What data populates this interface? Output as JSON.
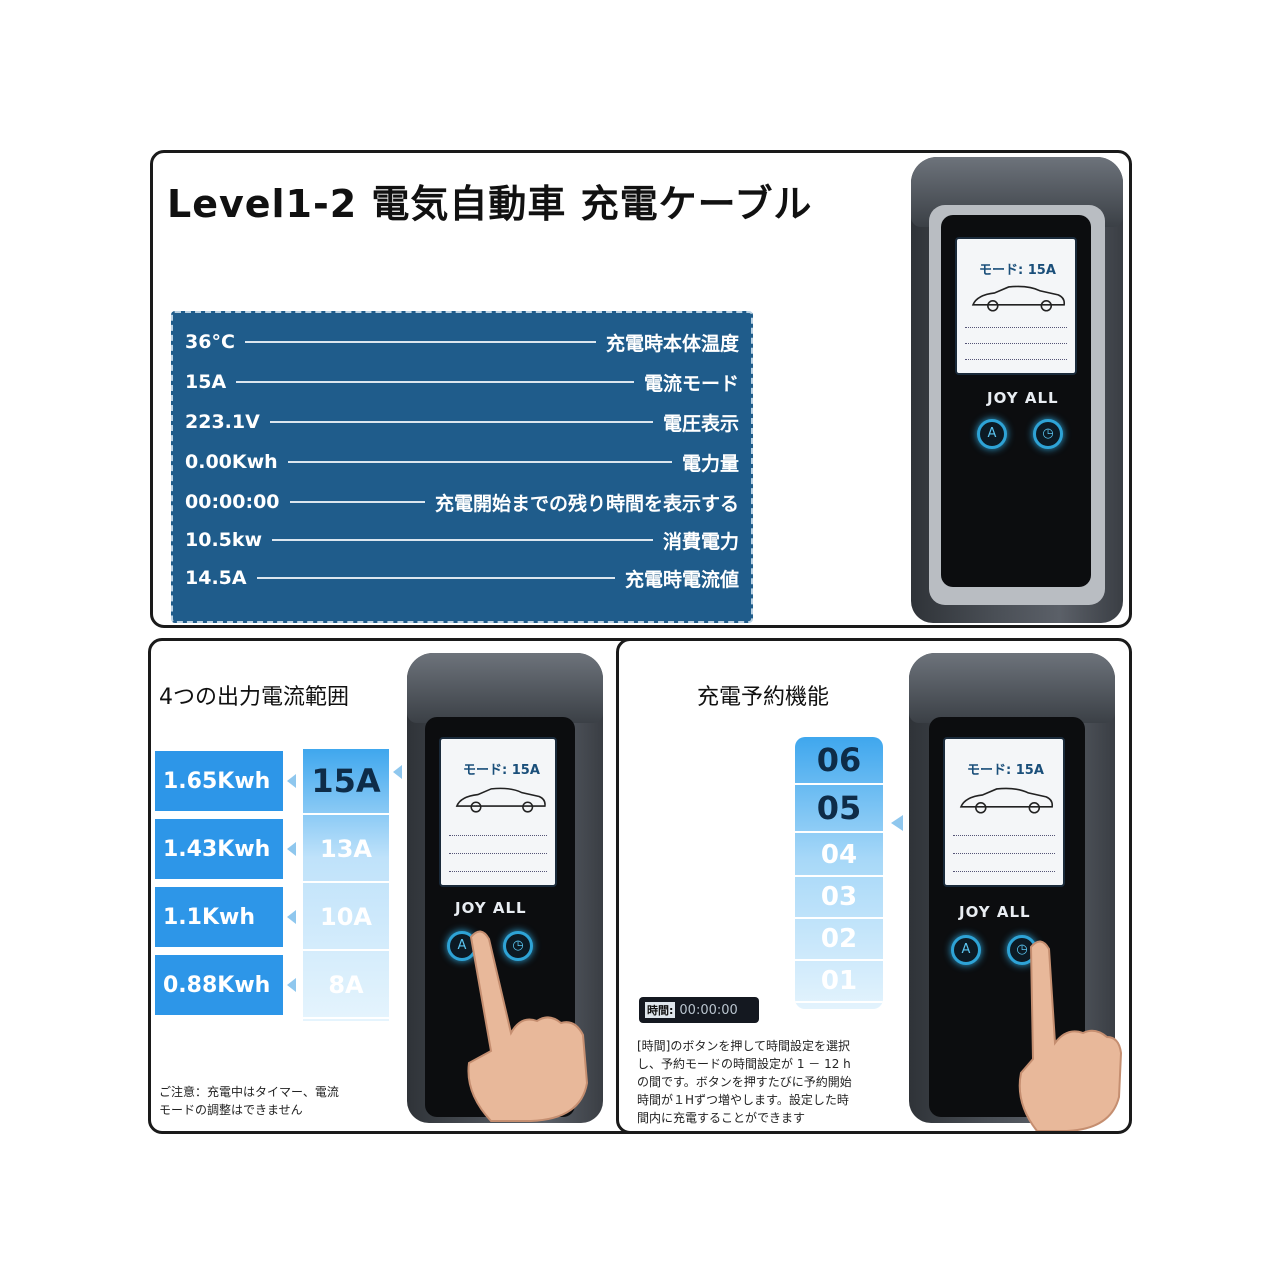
{
  "top": {
    "title": "Level1-2 電気自動車 充電ケーブル",
    "specs": [
      {
        "value": "36°C",
        "label": "充電時本体温度"
      },
      {
        "value": "15A",
        "label": "電流モード"
      },
      {
        "value": "223.1V",
        "label": "電圧表示"
      },
      {
        "value": "0.00Kwh",
        "label": "電力量"
      },
      {
        "value": "00:00:00",
        "label": "充電開始までの残り時間を表示する"
      },
      {
        "value": "10.5kw",
        "label": "消費電力"
      },
      {
        "value": "14.5A",
        "label": "充電時電流値"
      }
    ]
  },
  "device": {
    "brand": "JOY ALL",
    "screen_mode": "モード: 15A",
    "btn_a": "A",
    "btn_timer": "◷"
  },
  "left": {
    "title": "4つの出力電流範囲",
    "kwh": [
      "1.65Kwh",
      "1.43Kwh",
      "1.1Kwh",
      "0.88Kwh"
    ],
    "amps": [
      "15A",
      "13A",
      "10A",
      "8A"
    ],
    "note_line1": "ご注意：充電中はタイマー、電流",
    "note_line2": "モードの調整はできません"
  },
  "right": {
    "title": "充電予約機能",
    "hours": [
      "06",
      "05",
      "04",
      "03",
      "02",
      "01"
    ],
    "timer_label": "時間:",
    "timer_value": "00:00:00",
    "desc_lines": [
      "[時間]のボタンを押して時間設定を選択",
      "し、予約モードの時間設定が 1 － 12 h",
      "の間です。ボタンを押すたびに予約開始",
      "時間が１Hずつ増やします。設定した時",
      "間内に充電することができます"
    ]
  },
  "colors": {
    "spec_bg": "#1f5c8b",
    "accent_blue": "#2d96e8",
    "button_glow": "#2ea3d6"
  }
}
